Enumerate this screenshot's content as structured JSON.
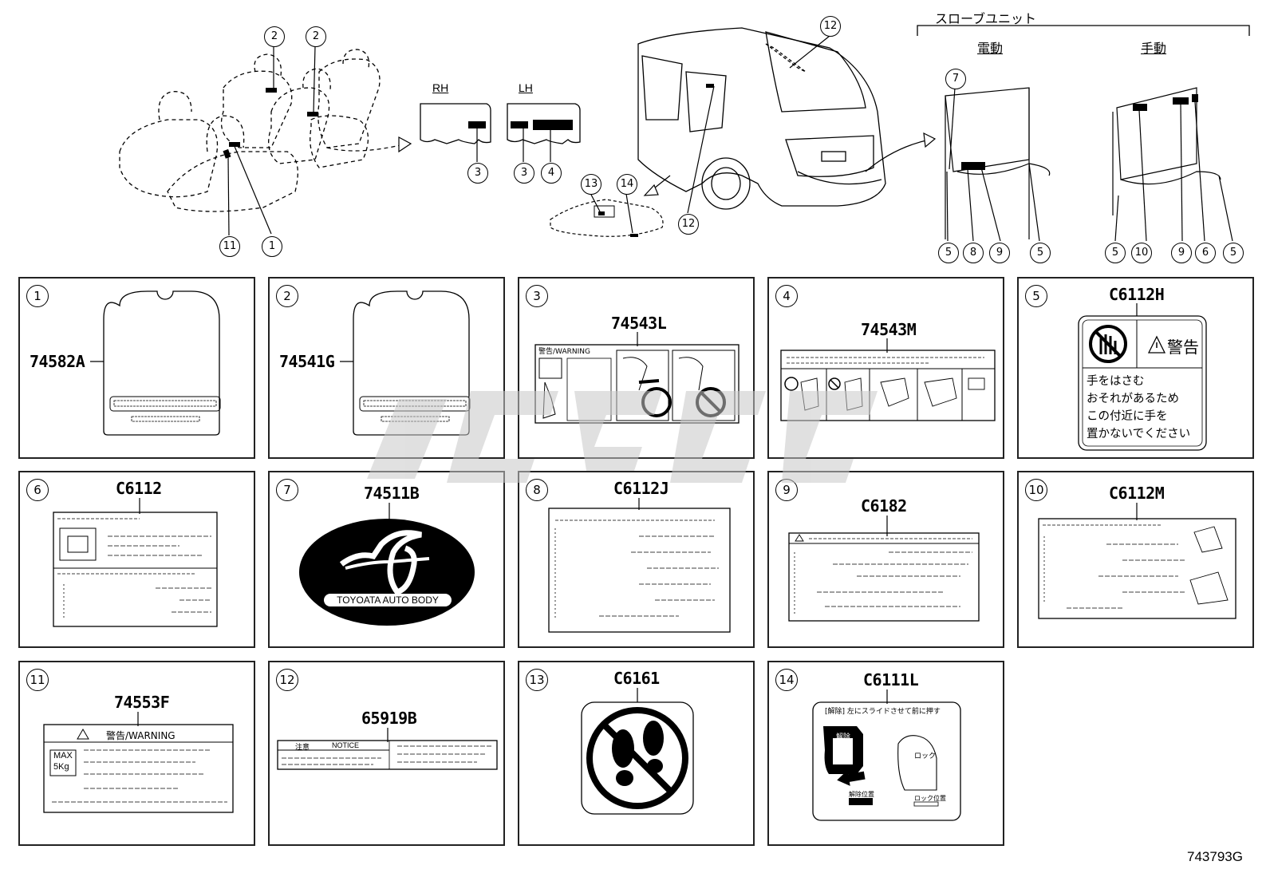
{
  "top": {
    "slope_unit_label": "スローブユニット",
    "electric_label": "電動",
    "manual_label": "手動",
    "rh_label": "RH",
    "lh_label": "LH",
    "callouts": {
      "c1": "1",
      "c2": "2",
      "c3": "3",
      "c4": "4",
      "c5": "5",
      "c6": "6",
      "c7": "7",
      "c8": "8",
      "c9": "9",
      "c10": "10",
      "c11": "11",
      "c12": "12",
      "c13": "13",
      "c14": "14"
    }
  },
  "panels": [
    {
      "num": "1",
      "code": "74582A"
    },
    {
      "num": "2",
      "code": "74541G"
    },
    {
      "num": "3",
      "code": "74543L",
      "label_text": "警告/WARNING"
    },
    {
      "num": "4",
      "code": "74543M"
    },
    {
      "num": "5",
      "code": "C6112H",
      "warning_word": "警告",
      "body_lines": [
        "手をはさむ",
        "おそれがあるため",
        "この付近に手を",
        "置かないでください"
      ]
    },
    {
      "num": "6",
      "code": "C6112"
    },
    {
      "num": "7",
      "code": "74511B",
      "logo_text": "TOYOATA AUTO BODY"
    },
    {
      "num": "8",
      "code": "C6112J"
    },
    {
      "num": "9",
      "code": "C6182"
    },
    {
      "num": "10",
      "code": "C6112M"
    },
    {
      "num": "11",
      "code": "74553F",
      "label_text": "警告/WARNING",
      "max_text": "MAX",
      "kg_text": "5Kg"
    },
    {
      "num": "12",
      "code": "65919B",
      "notice_jp": "注意",
      "notice_en": "NOTICE"
    },
    {
      "num": "13",
      "code": "C6161"
    },
    {
      "num": "14",
      "code": "C6111L",
      "header_text": "[解除] 左にスライドさせて前に押す",
      "release_text": "解除",
      "lock_text": "ロック",
      "release_pos": "解除位置",
      "lock_pos": "ロック位置"
    }
  ],
  "figure_id": "743793G",
  "colors": {
    "line": "#000000",
    "watermark": "#d8d8d8",
    "logo_bg": "#000000"
  }
}
